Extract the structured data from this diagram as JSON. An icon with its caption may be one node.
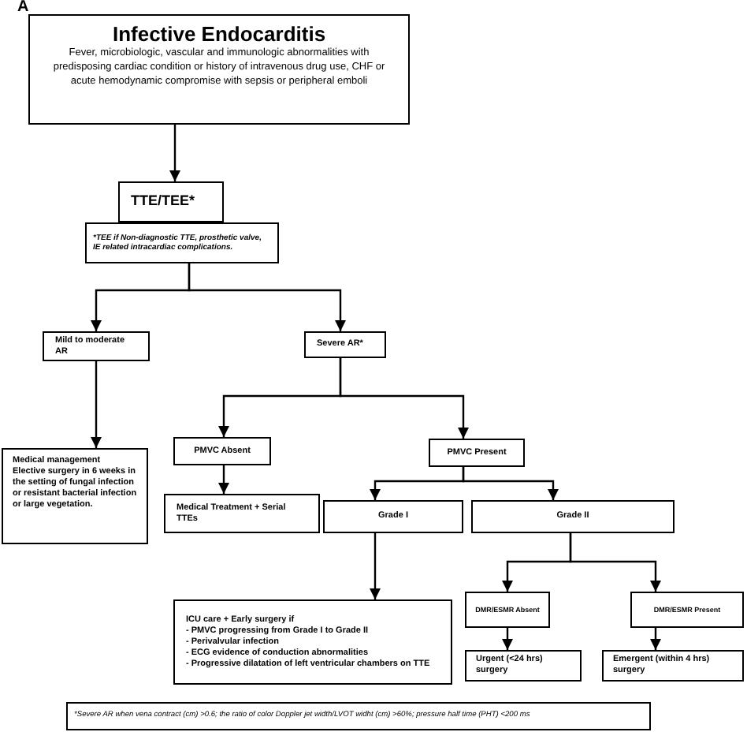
{
  "diagram": {
    "nodes": [
      {
        "text": [
          "Infective Endocarditis",
          "Fever, microbiologic, vascular and immunologic abnormalities with predisposing cardiac condition or history of intravenous drug use, CHF or acute hemodynamic compromise with sepsis or peripheral emboli"
        ]
      },
      {
        "text": [
          "TTE/TEE*"
        ]
      },
      {
        "text": [
          "*TEE if Non-diagnostic TTE, prosthetic valve, IE related intracardiac complications."
        ]
      },
      {
        "text": [
          "Mild to moderate AR"
        ]
      },
      {
        "text": [
          "Severe AR*"
        ]
      },
      {
        "text": [
          "Medical management",
          "Elective surgery in 6 weeks in the setting of fungal infection or resistant bacterial infection or large vegetation."
        ]
      },
      {
        "text": [
          "PMVC Absent"
        ]
      },
      {
        "text": [
          "PMVC Present"
        ]
      },
      {
        "text": [
          "Medical Treatment + Serial TTEs"
        ]
      },
      {
        "text": [
          "Grade I"
        ]
      },
      {
        "text": [
          "Grade II"
        ]
      },
      {
        "text": [
          "ICU care + Early surgery if",
          "- PMVC progressing from Grade I to Grade II",
          "- Perivalvular infection",
          "- ECG evidence of conduction abnormalities",
          "- Progressive dilatation of left ventricular chambers on TTE"
        ]
      },
      {
        "text": [
          "DMR/ESMR Absent"
        ]
      },
      {
        "text": [
          "DMR/ESMR Present"
        ]
      },
      {
        "text": [
          "Urgent (<24 hrs) surgery"
        ]
      },
      {
        "text": [
          "Emergent (within 4 hrs) surgery"
        ]
      },
      {
        "text": [
          "*Severe AR when vena contract (cm) >0.6; the ratio of color Doppler jet width/LVOT widht (cm) >60%; pressure half time (PHT) <200 ms"
        ]
      }
    ],
    "edges": [
      {
        "from": 0,
        "to": 1,
        "arrow": "to"
      },
      {
        "from": 2,
        "to": 3,
        "arrow": "to"
      },
      {
        "from": 2,
        "to": 4,
        "arrow": "to"
      },
      {
        "from": 3,
        "to": 5,
        "arrow": "to"
      },
      {
        "from": 4,
        "to": 6,
        "arrow": "to"
      },
      {
        "from": 4,
        "to": 7,
        "arrow": "to"
      },
      {
        "from": 6,
        "to": 8,
        "arrow": "to"
      },
      {
        "from": 7,
        "to": 9,
        "arrow": "to"
      },
      {
        "from": 7,
        "to": 10,
        "arrow": "to"
      },
      {
        "from": 9,
        "to": 11,
        "arrow": "to"
      },
      {
        "from": 10,
        "to": 12,
        "arrow": "to"
      },
      {
        "from": 10,
        "to": 13,
        "arrow": "to"
      },
      {
        "from": 12,
        "to": 14,
        "arrow": "to"
      },
      {
        "from": 13,
        "to": 15,
        "arrow": "to"
      }
    ],
    "labels": [
      "A"
    ]
  }
}
